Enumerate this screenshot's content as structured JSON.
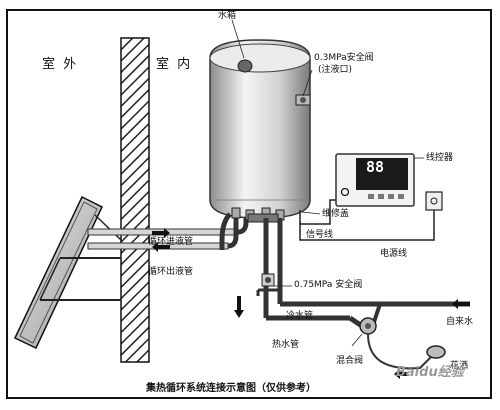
{
  "labels": {
    "outdoor": "室 外",
    "indoor": "室 内",
    "tank": "水箱",
    "safety_valve_top": "0.3MPa安全阀",
    "safety_valve_top_note": "(注液口)",
    "controller": "线控器",
    "maintenance_cover": "维修盖",
    "signal_line": "信号线",
    "power_line": "电源线",
    "inlet_pipe": "循环进液管",
    "outlet_pipe": "循环出液管",
    "safety_valve_mid": "0.75MPa 安全阀",
    "cold_water_pipe": "冷水管",
    "hot_water_pipe": "热水管",
    "tap_water": "自来水",
    "mixing_valve": "混合阀",
    "shower": "花洒",
    "caption": "集热循环系统连接示意图（仅供参考）"
  },
  "controller_display": {
    "reading": "88"
  },
  "watermark": {
    "text": "Baidu经验"
  }
}
